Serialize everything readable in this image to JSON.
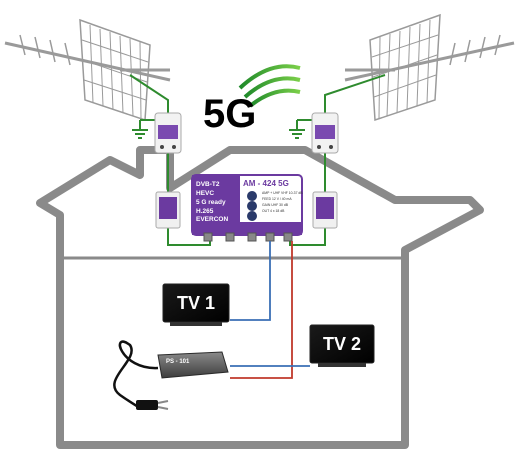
{
  "badge_5g": "5G",
  "amplifier": {
    "model": "AM - 424 5G",
    "features": [
      "DVB-T2",
      "HEVC",
      "5 G ready",
      "H.265",
      "EVERCON"
    ],
    "spec_lines": [
      "AMP + UHF VHF 10-37 dB",
      "FEED 12 V / 40 mA",
      "GAIN UHF 30 dB",
      "OUT 4 x 18 dB"
    ]
  },
  "tv1_label": "TV 1",
  "tv2_label": "TV 2",
  "power_supply_label": "PS - 101",
  "colors": {
    "house_outline": "#808080",
    "amplifier_purple": "#6b3aa0",
    "cable_green": "#2e8b2e",
    "cable_blue": "#3a6fb5",
    "cable_red": "#c0392b",
    "ground": "#2e8b2e"
  }
}
